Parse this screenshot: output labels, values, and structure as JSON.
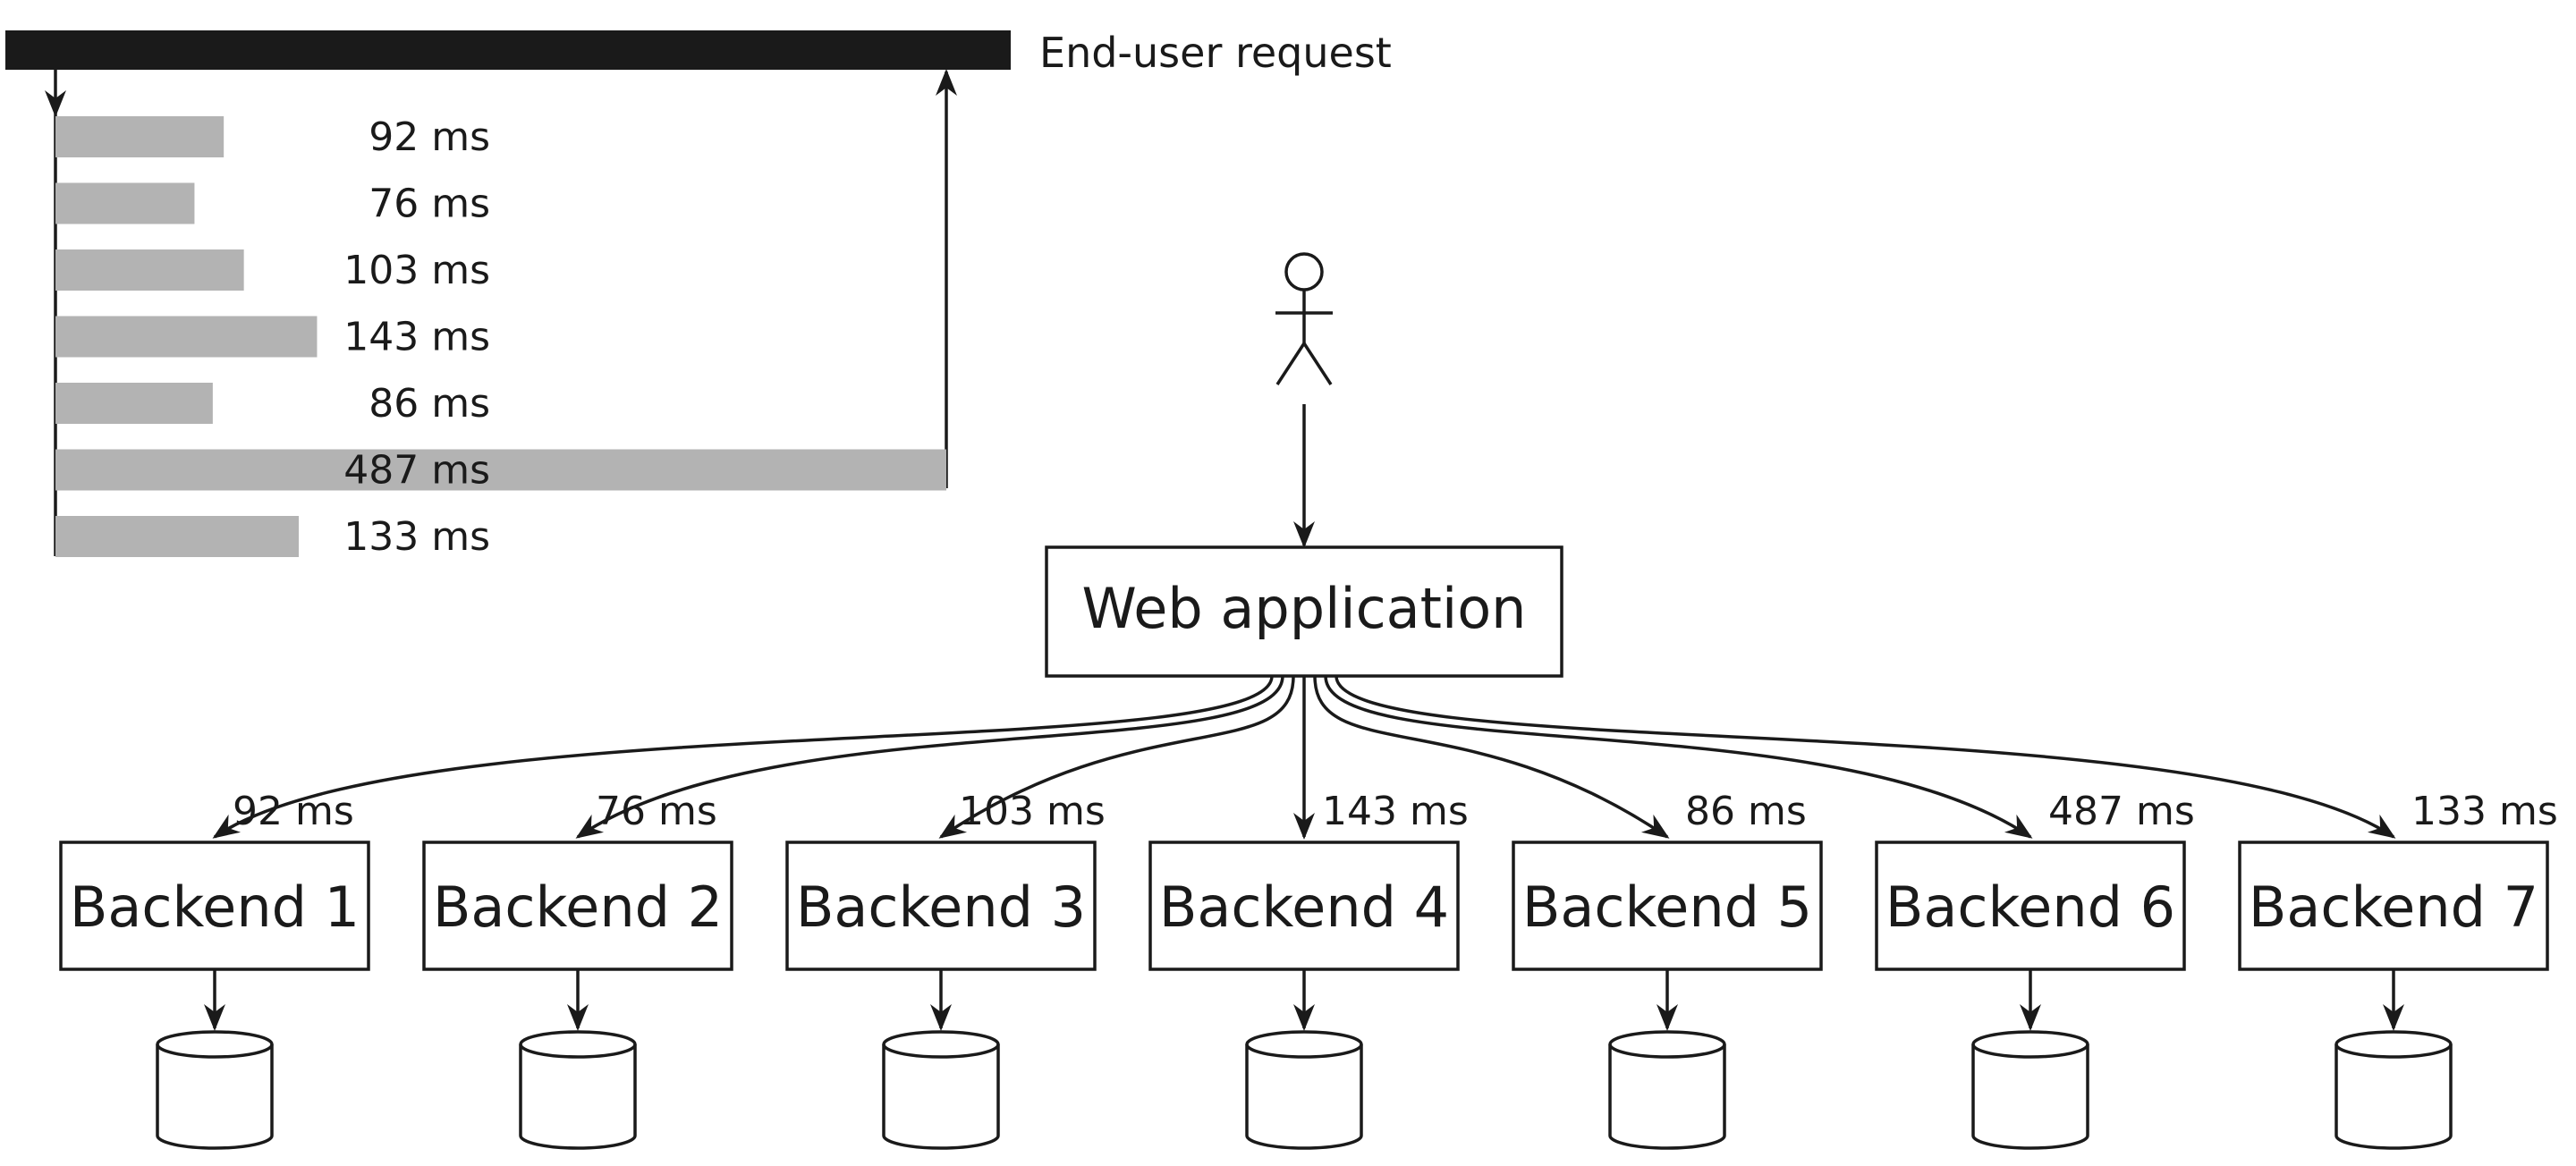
{
  "request_bar": {
    "label": "End-user request",
    "color": "#1a1a1a"
  },
  "latency_chart": {
    "bar_color": "#b3b3b3",
    "unit": "ms",
    "rows": [
      {
        "value": 92,
        "label": "92 ms"
      },
      {
        "value": 76,
        "label": "76 ms"
      },
      {
        "value": 103,
        "label": "103 ms"
      },
      {
        "value": 143,
        "label": "143 ms"
      },
      {
        "value": 86,
        "label": "86 ms"
      },
      {
        "value": 487,
        "label": "487 ms"
      },
      {
        "value": 133,
        "label": "133 ms"
      }
    ]
  },
  "user": {
    "icon": "stick-figure-user-icon"
  },
  "web_app": {
    "label": "Web application"
  },
  "backends": [
    {
      "label": "Backend 1",
      "latency": "92 ms",
      "db_icon": "database-icon"
    },
    {
      "label": "Backend 2",
      "latency": "76 ms",
      "db_icon": "database-icon"
    },
    {
      "label": "Backend 3",
      "latency": "103 ms",
      "db_icon": "database-icon"
    },
    {
      "label": "Backend 4",
      "latency": "143 ms",
      "db_icon": "database-icon"
    },
    {
      "label": "Backend 5",
      "latency": "86 ms",
      "db_icon": "database-icon"
    },
    {
      "label": "Backend 6",
      "latency": "487 ms",
      "db_icon": "database-icon"
    },
    {
      "label": "Backend 7",
      "latency": "133 ms",
      "db_icon": "database-icon"
    }
  ]
}
